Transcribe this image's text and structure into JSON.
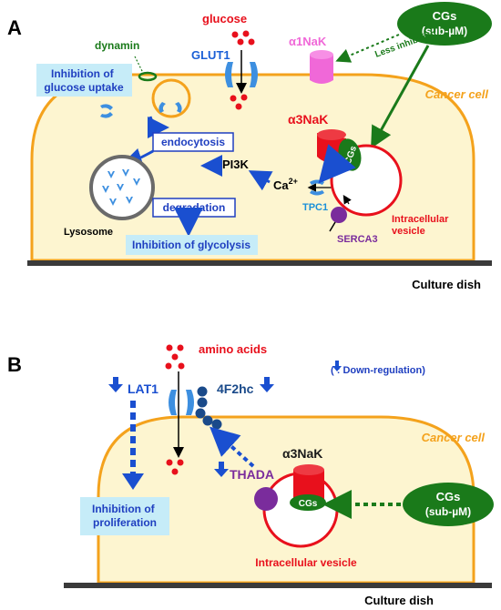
{
  "panel_a": {
    "letter": "A",
    "cgs_label": "CGs",
    "cgs_conc": "(sub-µM)",
    "glucose": "glucose",
    "dynamin": "dynamin",
    "glut1": "GLUT1",
    "a1nak": "α1NaK",
    "less_inhibition": "Less inhibition",
    "glucose_uptake": "Inhibition of\nglucose uptake",
    "cancer_cell": "Cancer cell",
    "a3nak": "α3NaK",
    "endocytosis": "endocytosis",
    "pi3k": "PI3K",
    "ca_left": "Ca",
    "ca_right": "Ca",
    "superscript": "2+",
    "cgs_in_vesicle": "CGs",
    "tpc1": "TPC1",
    "degradation": "degradation",
    "lysosome": "Lysosome",
    "serca3": "SERCA3",
    "vesicle": "Intracellular\nvesicle",
    "glycolysis": "Inhibition of glycolysis",
    "culture_dish": "Culture dish"
  },
  "panel_b": {
    "letter": "B",
    "amino_acids": "amino acids",
    "legend": "( : Down-regulation)",
    "lat1": "LAT1",
    "f2hc": "4F2hc",
    "cancer_cell": "Cancer cell",
    "a3nak": "α3NaK",
    "thada": "THADA",
    "cgs_in_vesicle": "CGs",
    "cgs_label": "CGs",
    "cgs_conc": "(sub-µM)",
    "proliferation": "Inhibition of\nproliferation",
    "vesicle": "Intracellular  vesicle",
    "culture_dish": "Culture dish"
  },
  "colors": {
    "cell_fill": "#fdf5d0",
    "cell_border": "#f4a21c",
    "dark_green": "#1a7a1a",
    "red": "#e8101c",
    "blue": "#1a5fd6",
    "light_blue": "#3d8fe0",
    "magenta": "#e040c8",
    "purple": "#7a2c9c",
    "box_bg": "#c6ecf8",
    "box_border": "#1f3fc0",
    "dish": "#3a3a3a"
  }
}
